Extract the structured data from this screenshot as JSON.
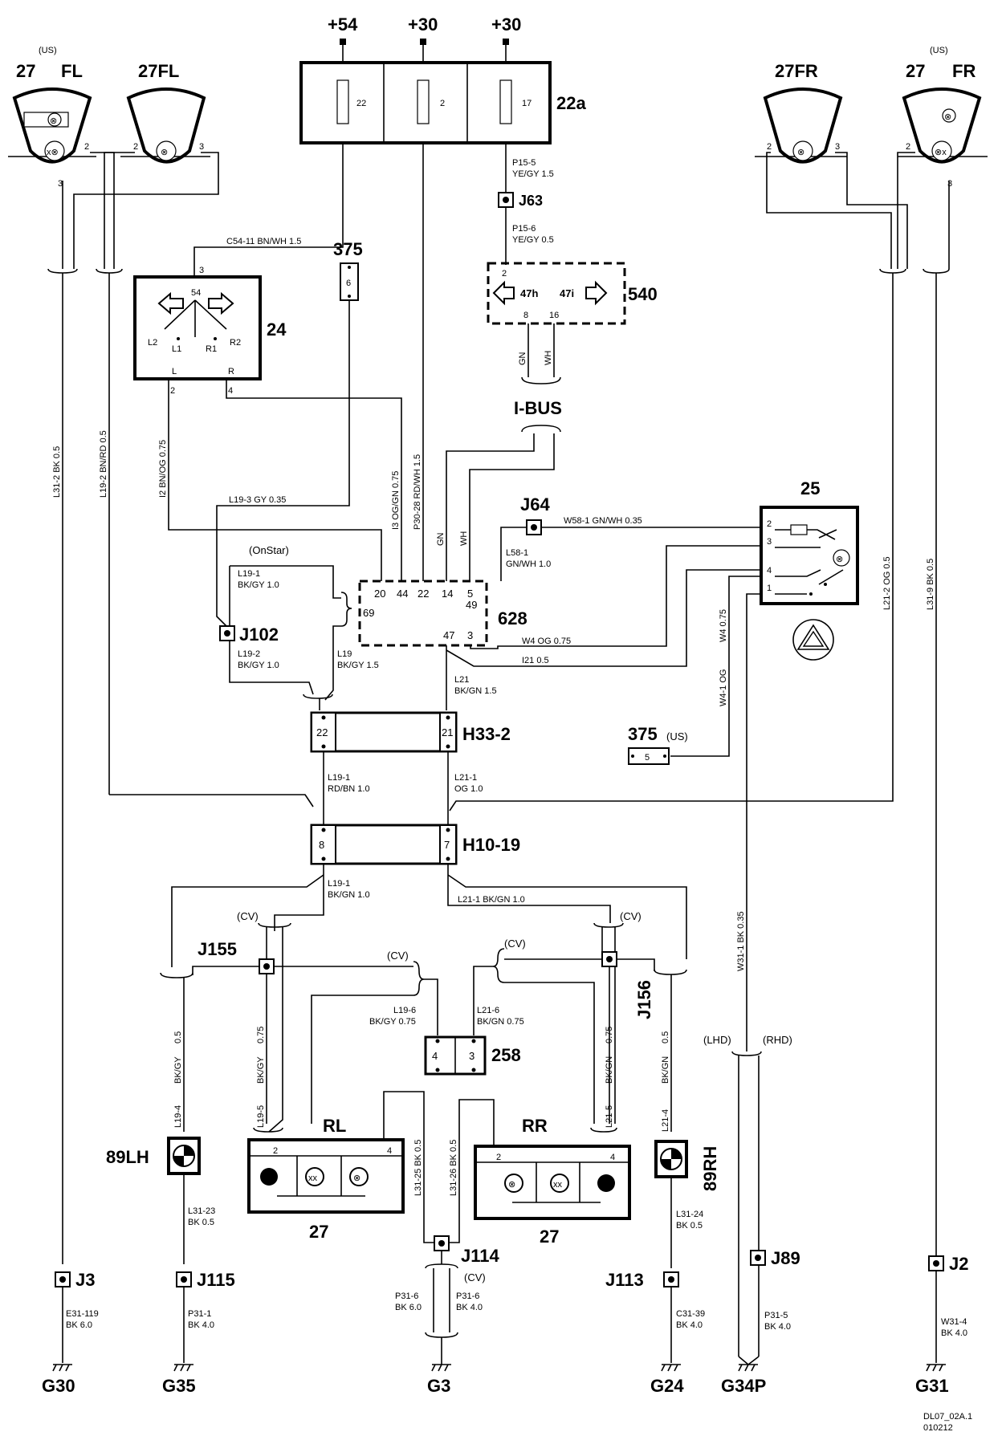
{
  "supply": {
    "s54": "+54",
    "s30a": "+30",
    "s30b": "+30"
  },
  "fusebox": {
    "id": "22a",
    "fuses": [
      "22",
      "2",
      "17"
    ]
  },
  "lamps": {
    "fl_us_region": "(US)",
    "fl_us_id": "27",
    "fl_us_pos": "FL",
    "fl_id": "27FL",
    "fr_us_region": "(US)",
    "fr_us_id": "27",
    "fr_us_pos": "FR",
    "fr_id": "27FR",
    "pin2": "2",
    "pin3": "3"
  },
  "relay24": {
    "id": "24",
    "pin3": "3",
    "t54": "54",
    "l2": "L2",
    "l1": "L1",
    "r1": "R1",
    "r2": "R2",
    "l": "L",
    "r": "R",
    "pin2": "2",
    "pin4": "4"
  },
  "module540": {
    "id": "540",
    "pin2": "2",
    "h": "47h",
    "i": "47i",
    "pin8": "8",
    "pin16": "16"
  },
  "ibus": {
    "label": "I-BUS",
    "gn": "GN",
    "wh": "WH"
  },
  "conn375": {
    "id": "375",
    "pin": "6"
  },
  "conn375us": {
    "id": "375",
    "region": "(US)",
    "pin": "5"
  },
  "module628": {
    "id": "628",
    "pins_top": [
      "20",
      "44",
      "22",
      "14",
      "5"
    ],
    "pin49": "49",
    "pin69": "69",
    "pin47": "47",
    "pin3": "3"
  },
  "switch25": {
    "id": "25",
    "pins": [
      "2",
      "3",
      "4",
      "1"
    ]
  },
  "onstar": "(OnStar)",
  "junctions": {
    "j63": "J63",
    "j64": "J64",
    "j102": "J102",
    "j155": "J155",
    "j156": "J156",
    "j114": "J114",
    "j3": "J3",
    "j115": "J115",
    "j113": "J113",
    "j89": "J89",
    "j2": "J2"
  },
  "h33": {
    "id": "H33-2",
    "p22": "22",
    "p21": "21"
  },
  "h10": {
    "id": "H10-19",
    "p8": "8",
    "p7": "7"
  },
  "c258": {
    "id": "258",
    "p4": "4",
    "p3": "3"
  },
  "rear": {
    "rl": "RL",
    "rr": "RR",
    "id": "27",
    "p2": "2",
    "p4": "4"
  },
  "side": {
    "lh": "89LH",
    "rh": "89RH"
  },
  "variants": {
    "cv": "(CV)",
    "lhd": "(LHD)",
    "rhd": "(RHD)"
  },
  "grounds": {
    "g30": "G30",
    "g35": "G35",
    "g3": "G3",
    "g24": "G24",
    "g34p": "G34P",
    "g31": "G31"
  },
  "wires": {
    "c54_11": "C54-11   BN/WH   1.5",
    "p15_5": "P15-5",
    "p15_5b": "YE/GY  1.5",
    "p15_6": "P15-6",
    "p15_6b": "YE/GY  0.5",
    "l31_2": "L31-2   BK   0.5",
    "l19_2v": "L19-2   BN/RD   0.5",
    "i2": "I2   BN/OG   0.75",
    "l19_3": "L19-3   GY   0.35",
    "i3": "I3   OG/GN   0.75",
    "p30_28": "P30-28   RD/WH   1.5",
    "gn": "GN",
    "wh": "WH",
    "w58_1": "W58-1   GN/WH   0.35",
    "l58_1": "L58-1",
    "l58_1b": "GN/WH   1.0",
    "l19_1a": "L19-1",
    "l19_1ab": "BK/GY  1.0",
    "l19_2": "L19-2",
    "l19_2b": "BK/GY  1.0",
    "l19": "L19",
    "l19b": "BK/GY  1.5",
    "w4": "W4   OG   0.75",
    "i21": "I21   0.5",
    "w4_v": "W4   0.75",
    "w4_1": "W4-1   OG",
    "l21": "L21",
    "l21b": "BK/GN  1.5",
    "l19_1r": "L19-1",
    "l19_1rb": "RD/BN  1.0",
    "l21_1o": "L21-1",
    "l21_1ob": "OG  1.0",
    "l21_2": "L21-2   OG   0.5",
    "l31_9": "L31-9   BK   0.5",
    "l19_1k": "L19-1",
    "l19_1kb": "BK/GN  1.0",
    "l21_1k": "L21-1   BK/GN   1.0",
    "l19_6": "L19-6",
    "l19_6b": "BK/GY  0.75",
    "l21_6": "L21-6",
    "l21_6b": "BK/GN  0.75",
    "w31_1": "W31-1   BK   0.35",
    "v05a": "0.5",
    "v075a": "0.75",
    "v075b": "0.75",
    "v05b": "0.5",
    "bkgy1": "BK/GY",
    "bkgy2": "BK/GY",
    "bkgn1": "BK/GN",
    "bkgn2": "BK/GN",
    "l19_4": "L19-4",
    "l19_5": "L19-5",
    "l21_5": "L21-5",
    "l21_4": "L21-4",
    "l31_25": "L31-25   BK   0.5",
    "l31_26": "L31-26   BK   0.5",
    "l31_23": "L31-23",
    "l31_23b": "BK   0.5",
    "l31_24": "L31-24",
    "l31_24b": "BK   0.5",
    "e31_119": "E31-119",
    "e31_119b": "BK  6.0",
    "p31_1": "P31-1",
    "p31_1b": "BK  4.0",
    "p31_6a": "P31-6",
    "p31_6ab": "BK  6.0",
    "p31_6b": "P31-6",
    "p31_6bb": "BK  4.0",
    "c31_39": "C31-39",
    "c31_39b": "BK  4.0",
    "p31_5": "P31-5",
    "p31_5b": "BK  4.0",
    "w31_4": "W31-4",
    "w31_4b": "BK  4.0"
  },
  "footer": {
    "code": "DL07_02A.1",
    "date": "010212"
  }
}
